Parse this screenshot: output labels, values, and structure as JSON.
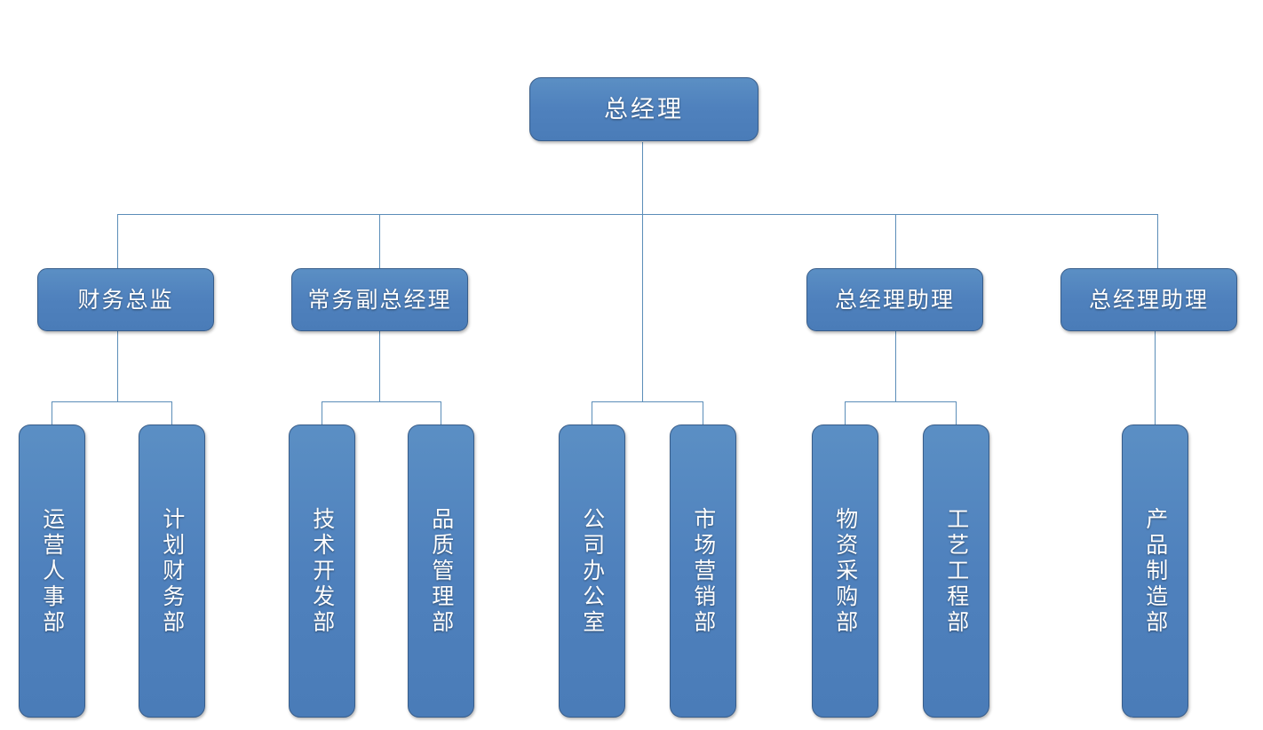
{
  "diagram": {
    "type": "organization-chart",
    "title": "",
    "colors": {
      "node_fill": "#4F81BD",
      "node_border": "#385D8A",
      "connector": "#5B8DB8",
      "text": "#FFFFFF",
      "background": "#FFFFFF"
    },
    "root": {
      "label": "总经理"
    },
    "level2": [
      {
        "label": "财务总监"
      },
      {
        "label": "常务副总经理"
      },
      {
        "label": "总经理助理"
      },
      {
        "label": "总经理助理"
      }
    ],
    "departments": [
      {
        "label": "运营人事部"
      },
      {
        "label": "计划财务部"
      },
      {
        "label": "技术开发部"
      },
      {
        "label": "品质管理部"
      },
      {
        "label": "公司办公室"
      },
      {
        "label": "市场营销部"
      },
      {
        "label": "物资采购部"
      },
      {
        "label": "工艺工程部"
      },
      {
        "label": "产品制造部"
      }
    ]
  }
}
